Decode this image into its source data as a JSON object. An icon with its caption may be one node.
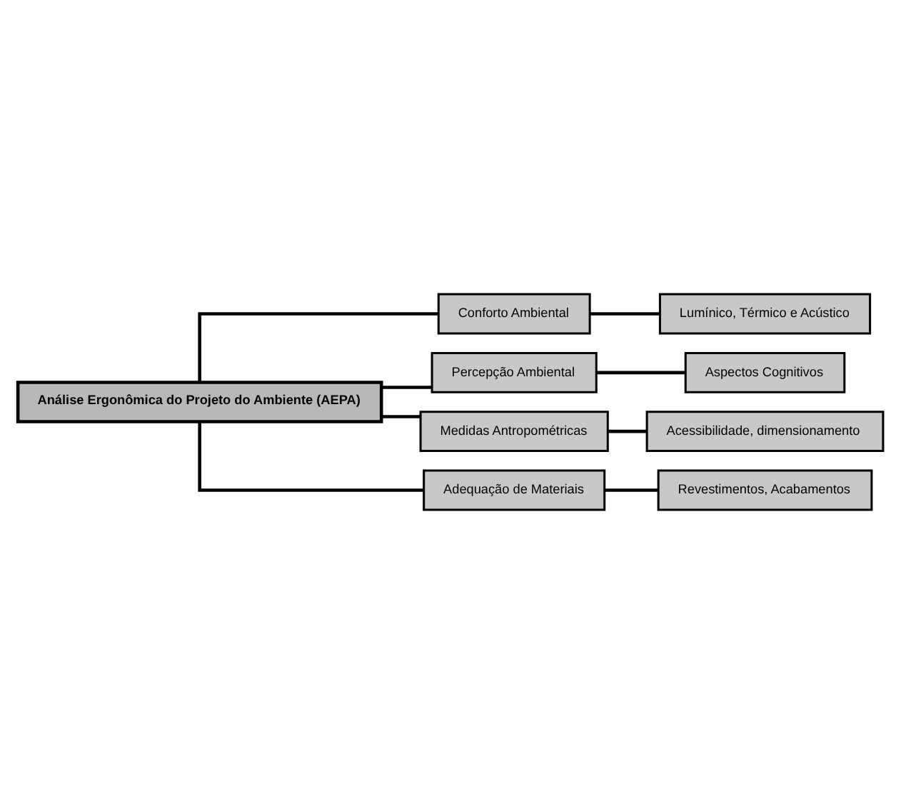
{
  "diagram": {
    "nodes": [
      {
        "text": [
          "Análise Ergonômica do Projeto do Ambiente (AEPA)"
        ]
      },
      {
        "text": [
          "Conforto Ambiental"
        ]
      },
      {
        "text": [
          "Lumínico, Térmico e Acústico"
        ]
      },
      {
        "text": [
          "Percepção Ambiental"
        ]
      },
      {
        "text": [
          "Aspectos Cognitivos"
        ]
      },
      {
        "text": [
          "Medidas Antropométricas"
        ]
      },
      {
        "text": [
          "Acessibilidade, dimensionamento"
        ]
      },
      {
        "text": [
          "Adequação de Materiais"
        ]
      },
      {
        "text": [
          "Revestimentos, Acabamentos"
        ]
      }
    ],
    "edges": [
      {
        "from": 0,
        "to": 1,
        "arrow": "none"
      },
      {
        "from": 1,
        "to": 2,
        "arrow": "none"
      },
      {
        "from": 0,
        "to": 3,
        "arrow": "none"
      },
      {
        "from": 3,
        "to": 4,
        "arrow": "none"
      },
      {
        "from": 0,
        "to": 5,
        "arrow": "none"
      },
      {
        "from": 5,
        "to": 6,
        "arrow": "none"
      },
      {
        "from": 0,
        "to": 7,
        "arrow": "none"
      },
      {
        "from": 7,
        "to": 8,
        "arrow": "none"
      }
    ]
  }
}
